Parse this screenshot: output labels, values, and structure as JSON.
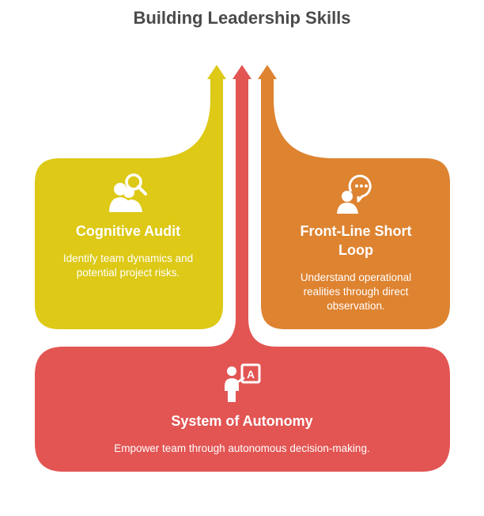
{
  "title": "Building Leadership Skills",
  "colors": {
    "yellow": "#DDC916",
    "orange": "#DE8330",
    "red": "#E25553",
    "title_text": "#4A4A4A",
    "card_text": "#FFFFFF"
  },
  "cards": {
    "cognitive_audit": {
      "heading": "Cognitive Audit",
      "description": "Identify team dynamics and potential project risks.",
      "icon": "person-search-icon"
    },
    "front_line_short_loop": {
      "heading": "Front-Line Short Loop",
      "description": "Understand operational realities through direct observation.",
      "icon": "person-speech-bubble-icon"
    },
    "system_of_autonomy": {
      "heading": "System of Autonomy",
      "description": "Empower team through autonomous decision-making.",
      "icon": "person-presentation-board-icon"
    }
  }
}
